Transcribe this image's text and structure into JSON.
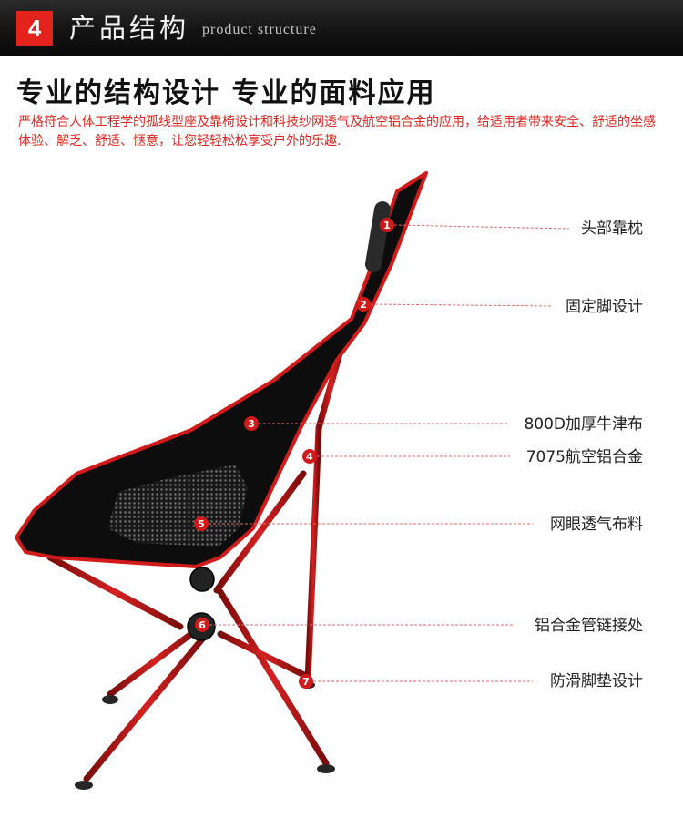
{
  "banner": {
    "badge": "4",
    "title": "产品结构",
    "subtitle": "product structure"
  },
  "headline": "专业的结构设计 专业的面料应用",
  "description": "严格符合人体工程学的孤线型座及靠椅设计和科技纱网透气及航空铝合金的应用，给适用者带来安全、舒适的坐感体验、解乏、舒适、惬意，让您轻轻松松享受户外的乐趣.",
  "colors": {
    "accent": "#e3231c",
    "frame": "#b81616",
    "fabric": "#111111",
    "banner": "#141414"
  },
  "callouts": [
    {
      "number": "1",
      "label": "头部靠枕"
    },
    {
      "number": "2",
      "label": "固定脚设计"
    },
    {
      "number": "3",
      "label": "800D加厚牛津布"
    },
    {
      "number": "4",
      "label": "7075航空铝合金"
    },
    {
      "number": "5",
      "label": "网眼透气布料"
    },
    {
      "number": "6",
      "label": "铝合金管链接处"
    },
    {
      "number": "7",
      "label": "防滑脚垫设计"
    }
  ]
}
